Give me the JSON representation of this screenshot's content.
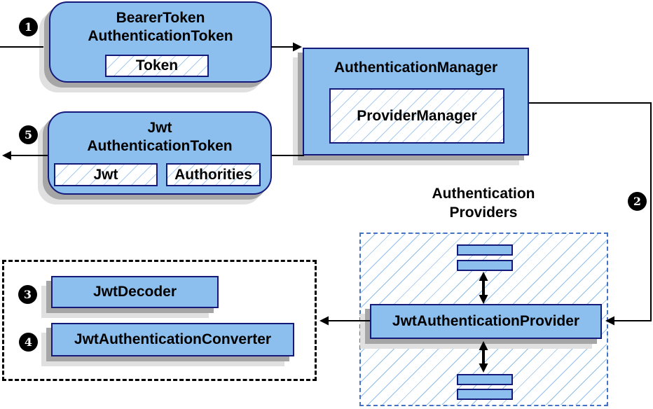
{
  "badges": {
    "step1": "1",
    "step2": "2",
    "step3": "3",
    "step4": "4",
    "step5": "5"
  },
  "nodes": {
    "bearer_token": {
      "title_line1": "BearerToken",
      "title_line2": "AuthenticationToken",
      "chip_token": "Token"
    },
    "auth_manager": {
      "title": "AuthenticationManager",
      "chip_provider_manager": "ProviderManager"
    },
    "jwt_auth_token": {
      "title_line1": "Jwt",
      "title_line2": "AuthenticationToken",
      "chip_jwt": "Jwt",
      "chip_authorities": "Authorities"
    },
    "providers_group": {
      "label_line1": "Authentication",
      "label_line2": "Providers"
    },
    "jwt_auth_provider": {
      "title": "JwtAuthenticationProvider"
    },
    "jwt_decoder": {
      "title": "JwtDecoder"
    },
    "jwt_auth_converter": {
      "title": "JwtAuthenticationConverter"
    }
  },
  "colors": {
    "node_fill": "#8CBFEE",
    "node_border": "#15197A",
    "chip_hatch_line": "#A6CBF0",
    "group_hatch_line": "#8FBEEA",
    "group_dash_border": "#4472C4",
    "outer_dash_border": "#000000",
    "connector": "#000000",
    "shadow_dark": "#A6A6A6",
    "shadow_light": "#E0E0E0",
    "badge_bg": "#000000",
    "badge_text": "#FFFFFF"
  }
}
